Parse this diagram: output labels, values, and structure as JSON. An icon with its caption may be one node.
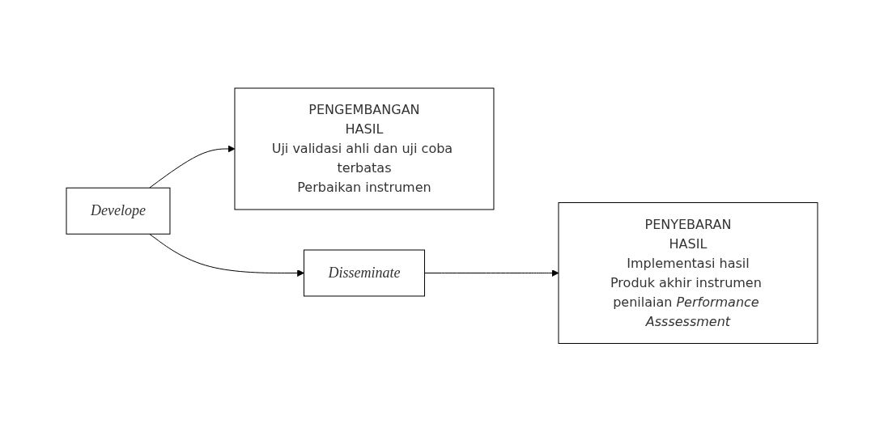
{
  "diagram": {
    "nodes": [
      {
        "text": [
          "Develope"
        ]
      },
      {
        "text": [
          "PENGEMBANGAN",
          "HASIL",
          "Uji validasi ahli dan uji coba terbatas",
          "Perbaikan instrumen"
        ]
      },
      {
        "text": [
          "Disseminate"
        ]
      },
      {
        "text": [
          "PENYEBARAN",
          "HASIL",
          "Implementasi hasil",
          "Produk akhir instrumen penilaian *Performance Asssessment*"
        ]
      }
    ],
    "edges": [
      {
        "from": 0,
        "to": 1,
        "arrow": "to"
      },
      {
        "from": 0,
        "to": 2,
        "arrow": "to"
      },
      {
        "from": 2,
        "to": 3,
        "arrow": "to"
      }
    ]
  }
}
